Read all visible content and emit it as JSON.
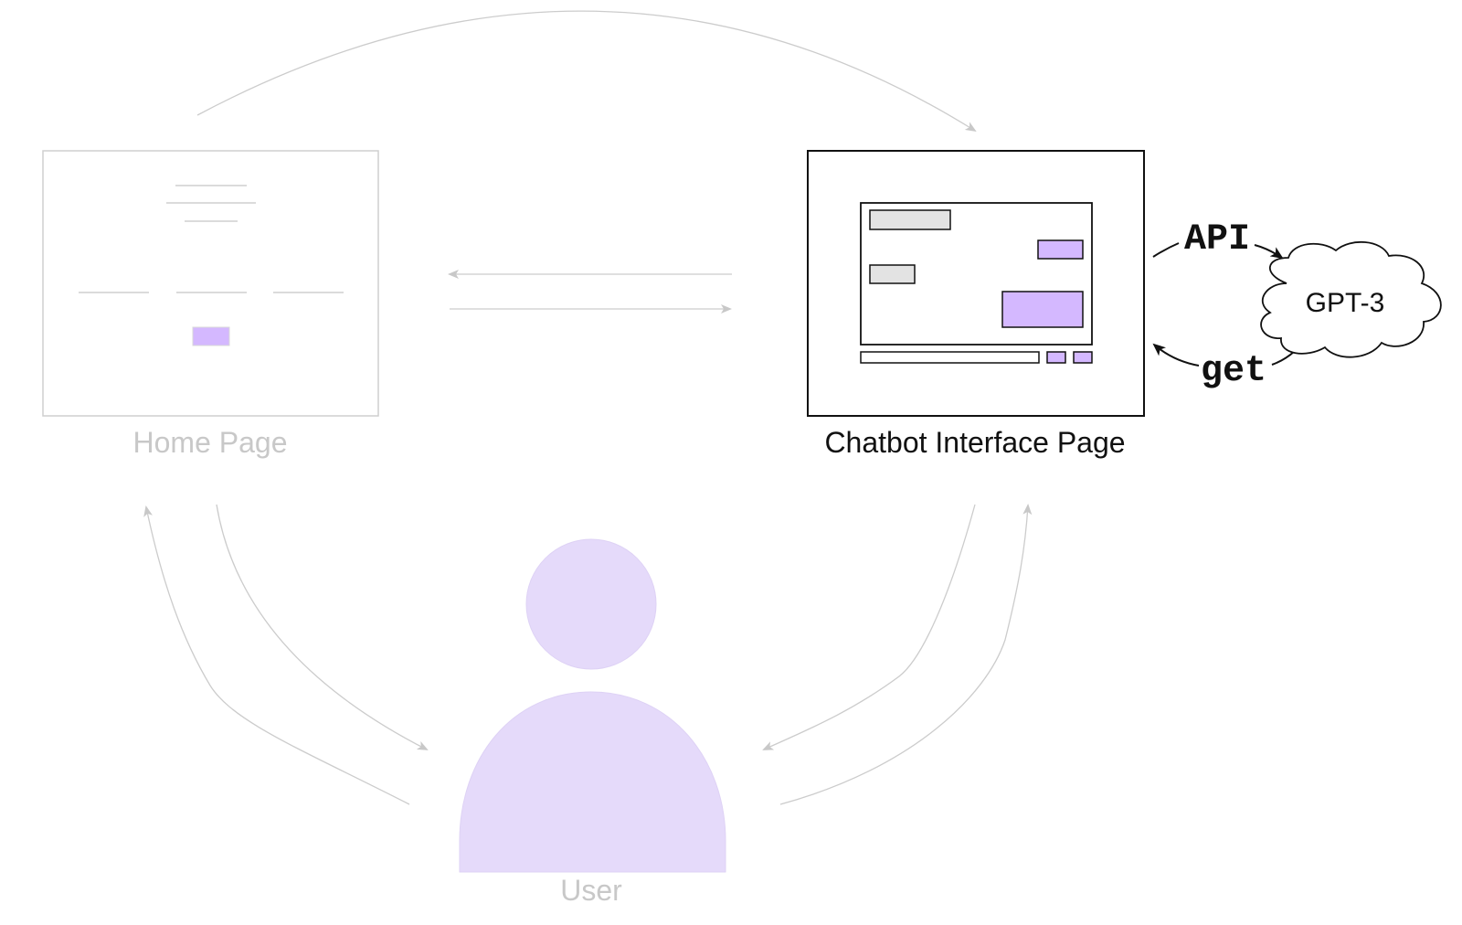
{
  "nodes": {
    "home_page": {
      "label": "Home Page"
    },
    "chatbot_page": {
      "label": "Chatbot Interface Page"
    },
    "gpt3": {
      "label": "GPT-3"
    },
    "user": {
      "label": "User"
    }
  },
  "edges": {
    "api_label": "API",
    "get_label": "get"
  },
  "colors": {
    "accent_purple": "#d4b8ff",
    "user_fill": "#e5dafa",
    "faded_gray": "#c8c8c8",
    "chat_bubble_gray": "#e3e3e3",
    "ink": "#111111"
  }
}
